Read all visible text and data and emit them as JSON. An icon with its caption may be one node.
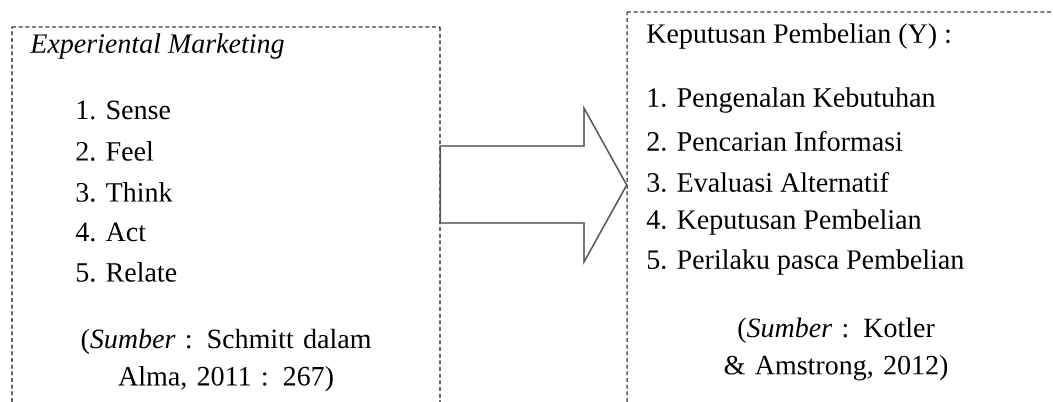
{
  "diagram": {
    "nodes": [
      {
        "text": [
          "Experiental Marketing",
          "1. Sense",
          "2. Feel",
          "3. Think",
          "4. Act",
          "5. Relate",
          "(*Sumber* : Schmitt dalam Alma, 2011 : 267)"
        ]
      },
      {
        "text": [
          "Keputusan Pembelian (Y) :",
          "1. Pengenalan Kebutuhan",
          "2. Pencarian Informasi",
          "3. Evaluasi Alternatif",
          "4. Keputusan Pembelian",
          "5. Perilaku pasca Pembelian",
          "(*Sumber* : Kotler & Amstrong, 2012)"
        ]
      }
    ],
    "edges": [
      {
        "from": 0,
        "to": 1,
        "arrow": "to"
      }
    ]
  }
}
